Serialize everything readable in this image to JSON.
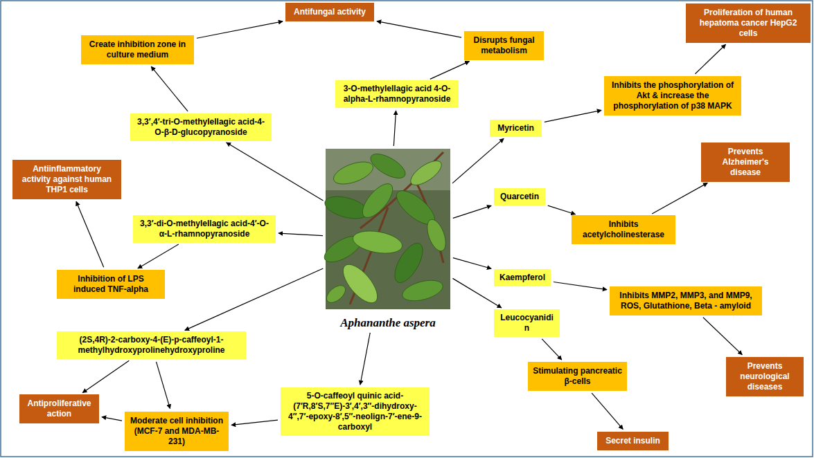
{
  "diagram": {
    "nodes": [
      {
        "text": [
          "Aphananthe aspera"
        ]
      },
      {
        "text": [
          "Antifungal activity"
        ]
      },
      {
        "text": [
          "Create inhibition zone in culture medium"
        ]
      },
      {
        "text": [
          "Disrupts fungal metabolism"
        ]
      },
      {
        "text": [
          "3-O-methylellagic acid 4-O-alpha-L-rhamnopyranoside"
        ]
      },
      {
        "text": [
          "3,3′,4′-tri-O-methylellagic acid-4-O-β-D-glucopyranoside"
        ]
      },
      {
        "text": [
          "Proliferation of human hepatoma cancer HepG2 cells"
        ]
      },
      {
        "text": [
          "Inhibits the phosphorylation of Akt & increase the phosphorylation of p38 MAPK"
        ]
      },
      {
        "text": [
          "Myricetin"
        ]
      },
      {
        "text": [
          "Antiinflammatory activity against human THP1 cells"
        ]
      },
      {
        "text": [
          "3,3′-di-O-methylellagic acid-4′-O-α-L-rhamnopyranoside"
        ]
      },
      {
        "text": [
          "Quarcetin"
        ]
      },
      {
        "text": [
          "Inhibits acetylcholinesterase"
        ]
      },
      {
        "text": [
          "Prevents Alzheimer's disease"
        ]
      },
      {
        "text": [
          "Inhibition of LPS induced TNF-alpha"
        ]
      },
      {
        "text": [
          "Kaempferol"
        ]
      },
      {
        "text": [
          "Inhibits MMP2, MMP3, and MMP9, ROS, Glutathione, Beta - amyloid"
        ]
      },
      {
        "text": [
          "(2S,4R)-2-carboxy-4-(E)-p-caffeoyl-1-methylhydroxyprolinehydroxyproline"
        ]
      },
      {
        "text": [
          "Leucocyanidin"
        ]
      },
      {
        "text": [
          "Prevents neurological diseases"
        ]
      },
      {
        "text": [
          "Antiproliferative action"
        ]
      },
      {
        "text": [
          "Stimulating pancreatic β-cells"
        ]
      },
      {
        "text": [
          "5-O-caffeoyl quinic acid-(7′R,8′S,7″E)-3′,4′,3″-dihydroxy-4″,7′-epoxy-8′,5″-neolign-7′-ene-9-carboxyl"
        ]
      },
      {
        "text": [
          "Moderate cell inhibition (MCF-7 and MDA-MB-231)"
        ]
      },
      {
        "text": [
          "Secret insulin"
        ]
      }
    ],
    "edges": [
      {
        "from": 0,
        "to": 4,
        "arrow": "to"
      },
      {
        "from": 4,
        "to": 3,
        "arrow": "to"
      },
      {
        "from": 3,
        "to": 1,
        "arrow": "to"
      },
      {
        "from": 0,
        "to": 5,
        "arrow": "to"
      },
      {
        "from": 5,
        "to": 2,
        "arrow": "to"
      },
      {
        "from": 2,
        "to": 1,
        "arrow": "to"
      },
      {
        "from": 0,
        "to": 8,
        "arrow": "to"
      },
      {
        "from": 8,
        "to": 7,
        "arrow": "to"
      },
      {
        "from": 7,
        "to": 6,
        "arrow": "to"
      },
      {
        "from": 0,
        "to": 11,
        "arrow": "to"
      },
      {
        "from": 11,
        "to": 12,
        "arrow": "to"
      },
      {
        "from": 12,
        "to": 13,
        "arrow": "to"
      },
      {
        "from": 0,
        "to": 10,
        "arrow": "to"
      },
      {
        "from": 10,
        "to": 14,
        "arrow": "to"
      },
      {
        "from": 14,
        "to": 9,
        "arrow": "to"
      },
      {
        "from": 0,
        "to": 15,
        "arrow": "to"
      },
      {
        "from": 15,
        "to": 16,
        "arrow": "to"
      },
      {
        "from": 16,
        "to": 19,
        "arrow": "to"
      },
      {
        "from": 0,
        "to": 17,
        "arrow": "to"
      },
      {
        "from": 17,
        "to": 20,
        "arrow": "to"
      },
      {
        "from": 17,
        "to": 23,
        "arrow": "to"
      },
      {
        "from": 0,
        "to": 22,
        "arrow": "to"
      },
      {
        "from": 22,
        "to": 23,
        "arrow": "to"
      },
      {
        "from": 23,
        "to": 20,
        "arrow": "to"
      },
      {
        "from": 0,
        "to": 18,
        "arrow": "to"
      },
      {
        "from": 18,
        "to": 21,
        "arrow": "to"
      },
      {
        "from": 21,
        "to": 24,
        "arrow": "to"
      }
    ]
  }
}
